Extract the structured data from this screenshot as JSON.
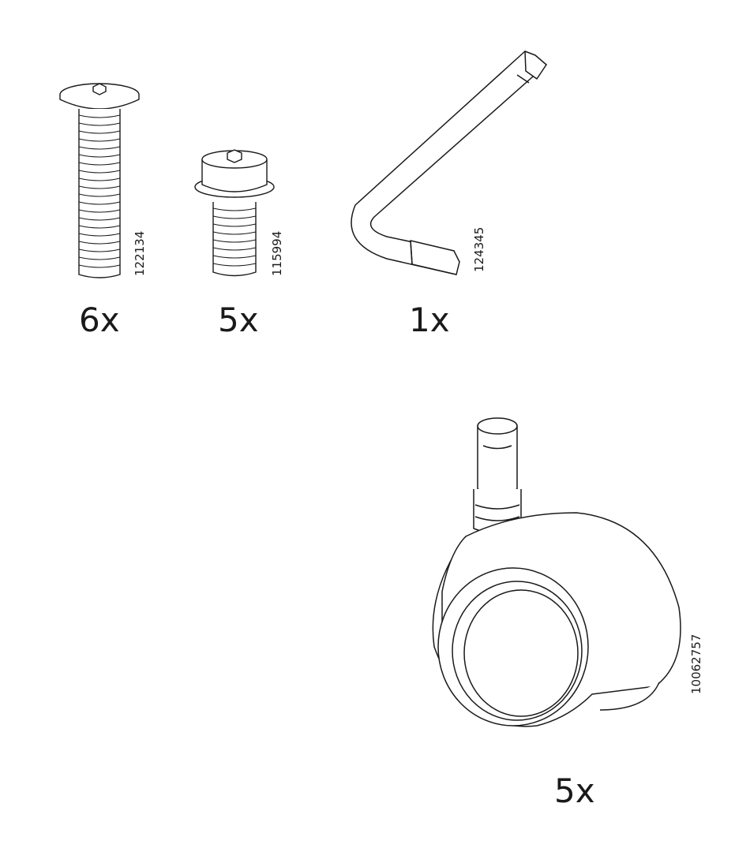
{
  "parts": [
    {
      "name": "Long hex socket screw",
      "article": "122134",
      "quantity": "6x"
    },
    {
      "name": "Flanged hex bolt",
      "article": "115994",
      "quantity": "5x"
    },
    {
      "name": "Allen key",
      "article": "124345",
      "quantity": "1x"
    },
    {
      "name": "Castor wheel",
      "article": "10062757",
      "quantity": "5x"
    }
  ],
  "colors": {
    "line": "#1a1a1a",
    "background": "#ffffff"
  }
}
